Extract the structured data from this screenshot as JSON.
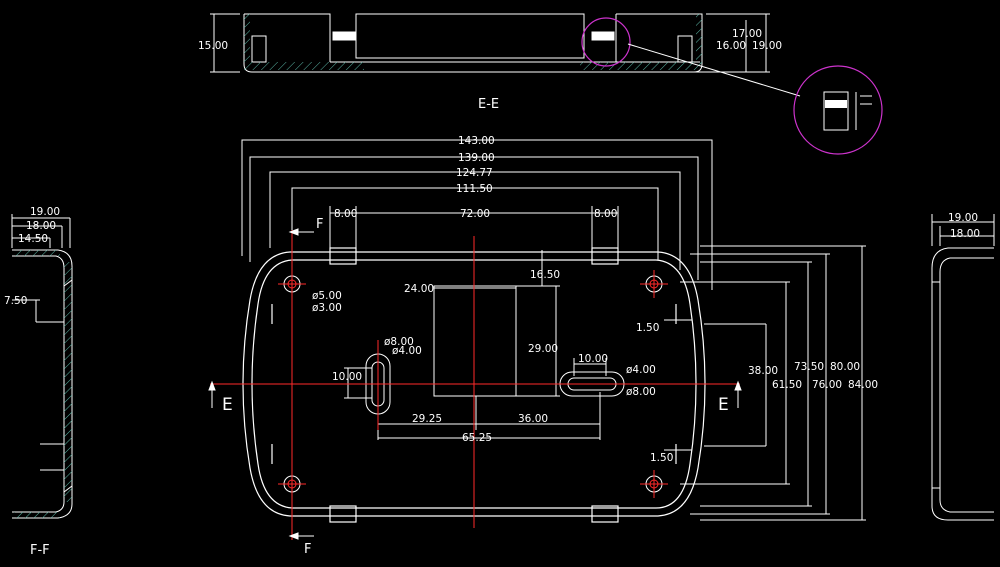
{
  "colors": {
    "background": "#000000",
    "lines": "#ffffff",
    "centerline": "#ff2a2a",
    "detail_circle": "#cc33cc",
    "hatch": "#5cb8a8",
    "dim_text": "#ffffff"
  },
  "section_labels": {
    "ee": "E-E",
    "ff": "F-F",
    "e_left": "E",
    "e_right": "E",
    "f_top": "F",
    "f_bottom": "F"
  },
  "section_ee_dims": {
    "d1": "15.00",
    "d2": "17.00",
    "d3": "16.00",
    "d4": "19.00"
  },
  "plan_dims": {
    "w143": "143.00",
    "w139": "139.00",
    "w124": "124.77",
    "w111": "111.50",
    "d8a": "8.00",
    "d72": "72.00",
    "d8b": "8.00",
    "d16": "16.50",
    "d24": "24.00",
    "d29": "29.00",
    "hole_a": "ø5.00",
    "hole_b": "ø3.00",
    "slot_v_a": "ø8.00",
    "slot_v_b": "ø4.00",
    "slot_v_len": "10.00",
    "slot_h_len": "10.00",
    "slot_h_a": "ø4.00",
    "slot_h_b": "ø8.00",
    "d2925": "29.25",
    "d36": "36.00",
    "d6525": "65.25",
    "d150a": "1.50",
    "d150b": "1.50",
    "h38": "38.00",
    "h615": "61.50",
    "h735": "73.50",
    "h76": "76.00",
    "h80": "80.00",
    "h84": "84.00"
  },
  "section_ff_dims": {
    "d19": "19.00",
    "d18": "18.00",
    "d145": "14.50",
    "d75": "7.50"
  },
  "side_right_dims": {
    "d19": "19.00",
    "d18": "18.00"
  }
}
